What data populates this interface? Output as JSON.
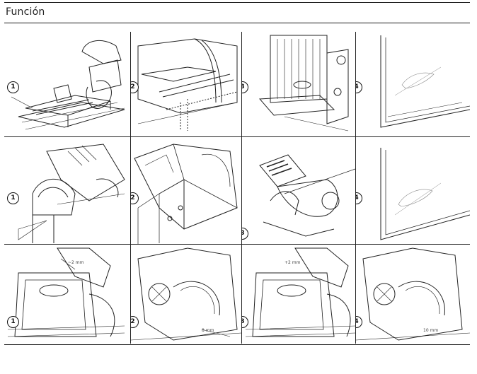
{
  "page": {
    "title": "Función"
  },
  "steps": [
    "1",
    "2",
    "3",
    "4"
  ],
  "measurements": {
    "r3c1": "~2 mm",
    "r3c2": "8 mm",
    "r3c3": "+2 mm",
    "r3c4": "10 mm"
  }
}
